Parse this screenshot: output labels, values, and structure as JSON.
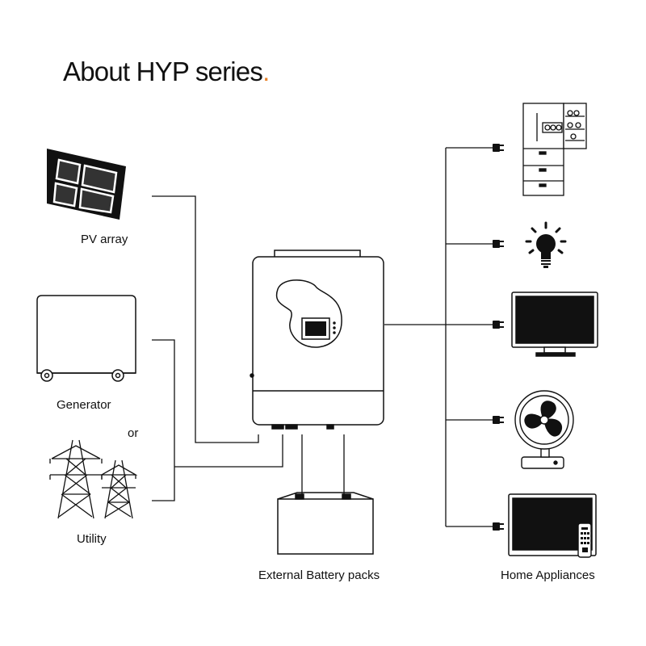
{
  "title": {
    "text": "About HYP series",
    "accent_dot": ".",
    "accent_color": "#e8822a"
  },
  "sources": {
    "pv": "PV array",
    "generator": "Generator",
    "or": "or",
    "utility": "Utility"
  },
  "battery": "External Battery packs",
  "loads": "Home Appliances",
  "icons": [
    "solar-panel-icon",
    "generator-icon",
    "transmission-tower-icon",
    "inverter-icon",
    "battery-icon",
    "refrigerator-icon",
    "light-bulb-icon",
    "monitor-icon",
    "fan-icon",
    "television-icon",
    "remote-control-icon",
    "plug-icon"
  ]
}
